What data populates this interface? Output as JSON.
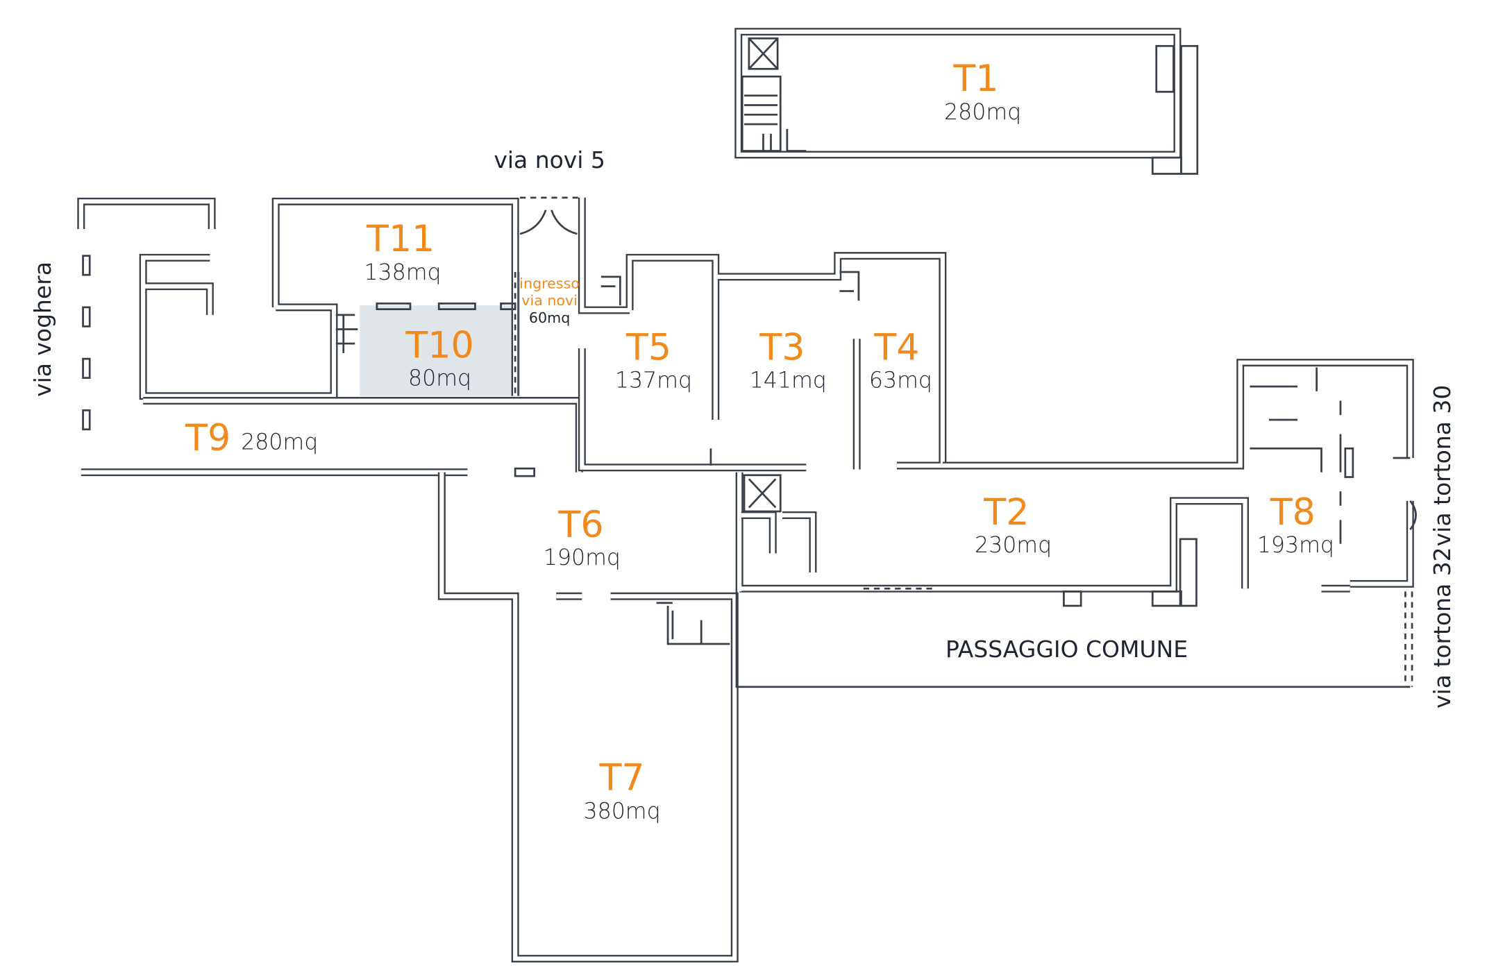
{
  "colors": {
    "unit_label": "#f08a1c",
    "wall": "#3a404a",
    "highlight": "#dfe5e9",
    "entrance_strip": "#b9bfc6"
  },
  "streets": {
    "via_novi": "via novi 5",
    "via_voghera": "via voghera",
    "via_tortona_30": "via tortona 30",
    "via_tortona_32": "via tortona 32",
    "passage": "PASSAGGIO COMUNE"
  },
  "units": {
    "t1": {
      "name": "T1",
      "area": "280mq"
    },
    "t2": {
      "name": "T2",
      "area": "230mq"
    },
    "t3": {
      "name": "T3",
      "area": "141mq"
    },
    "t4": {
      "name": "T4",
      "area": "63mq"
    },
    "t5": {
      "name": "T5",
      "area": "137mq"
    },
    "t6": {
      "name": "T6",
      "area": "190mq"
    },
    "t7": {
      "name": "T7",
      "area": "380mq"
    },
    "t8": {
      "name": "T8",
      "area": "193mq"
    },
    "t9": {
      "name": "T9",
      "area": "280mq"
    },
    "t10": {
      "name": "T10",
      "area": "80mq"
    },
    "t11": {
      "name": "T11",
      "area": "138mq"
    }
  },
  "entrance": {
    "line1": "ingresso",
    "line2": "via novi",
    "area": "60mq"
  }
}
